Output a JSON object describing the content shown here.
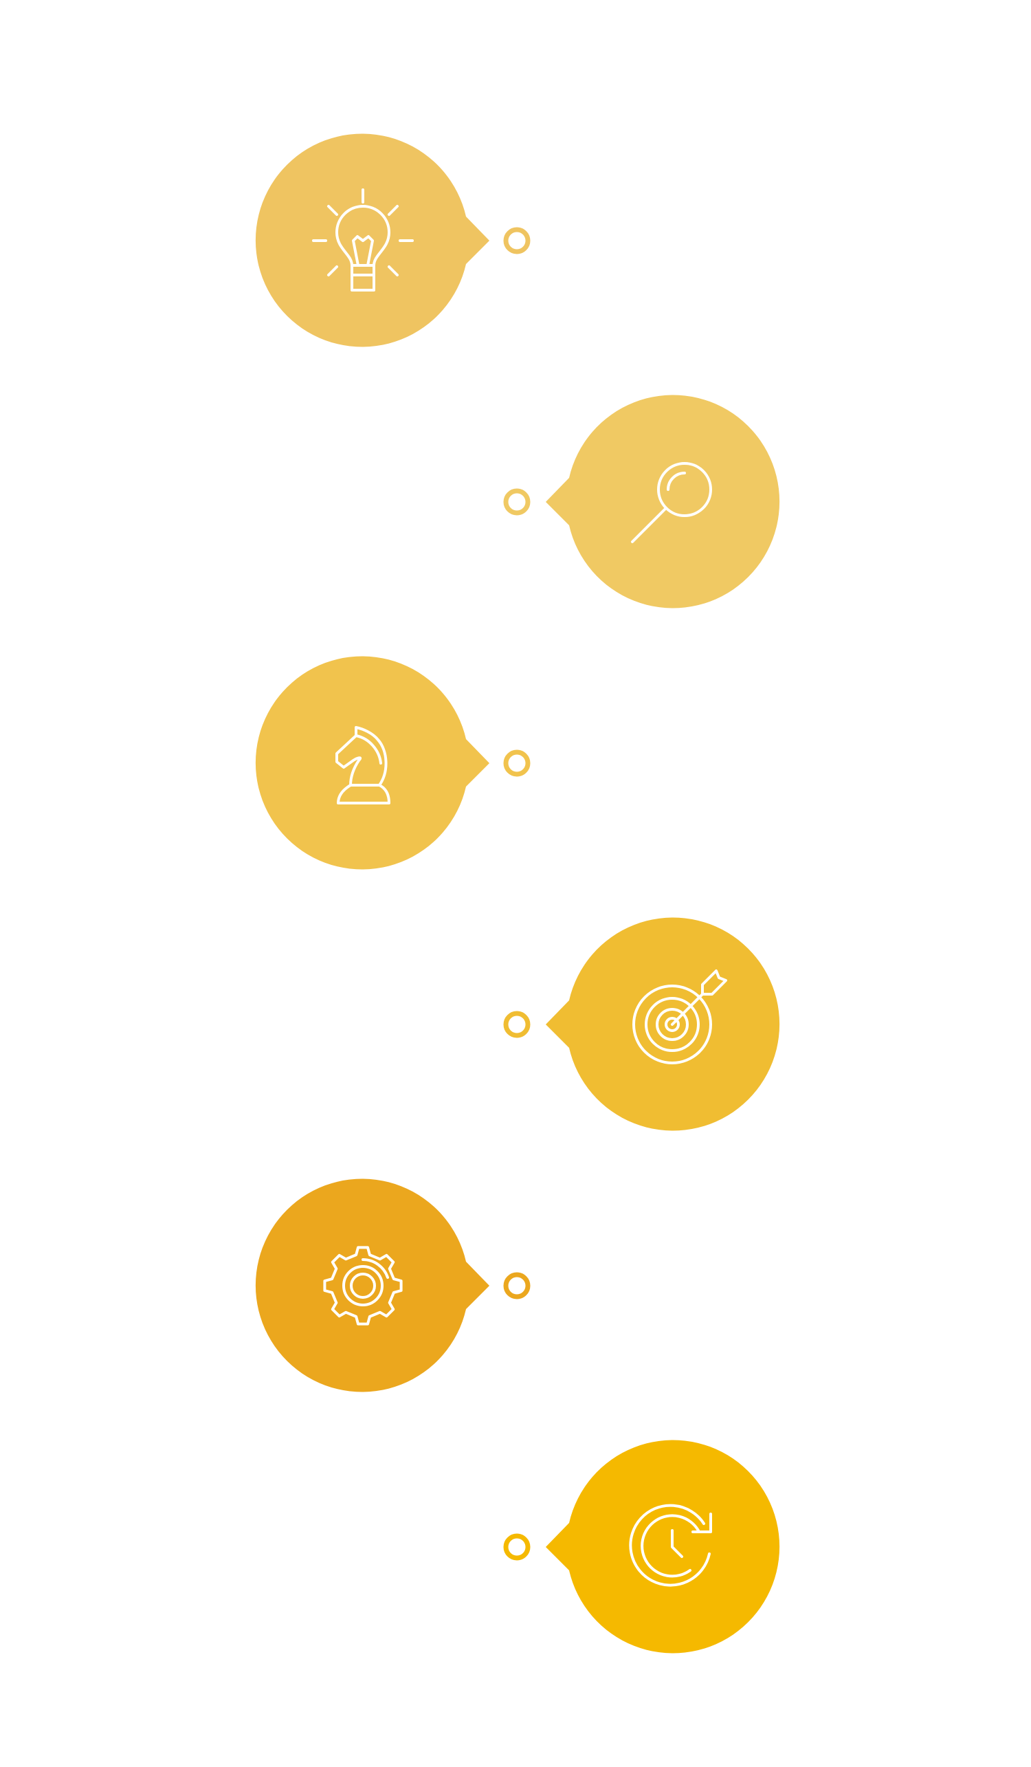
{
  "steps": [
    {
      "icon": "lightbulb-icon",
      "color": "#EFC461",
      "side": "left"
    },
    {
      "icon": "magnifier-icon",
      "color": "#F0C963",
      "side": "right"
    },
    {
      "icon": "chess-knight-icon",
      "color": "#F1C34D",
      "side": "left"
    },
    {
      "icon": "target-arrow-icon",
      "color": "#F0BD32",
      "side": "right"
    },
    {
      "icon": "gear-icon",
      "color": "#EBA71E",
      "side": "left"
    },
    {
      "icon": "clock-refresh-icon",
      "color": "#F5B900",
      "side": "right"
    }
  ]
}
